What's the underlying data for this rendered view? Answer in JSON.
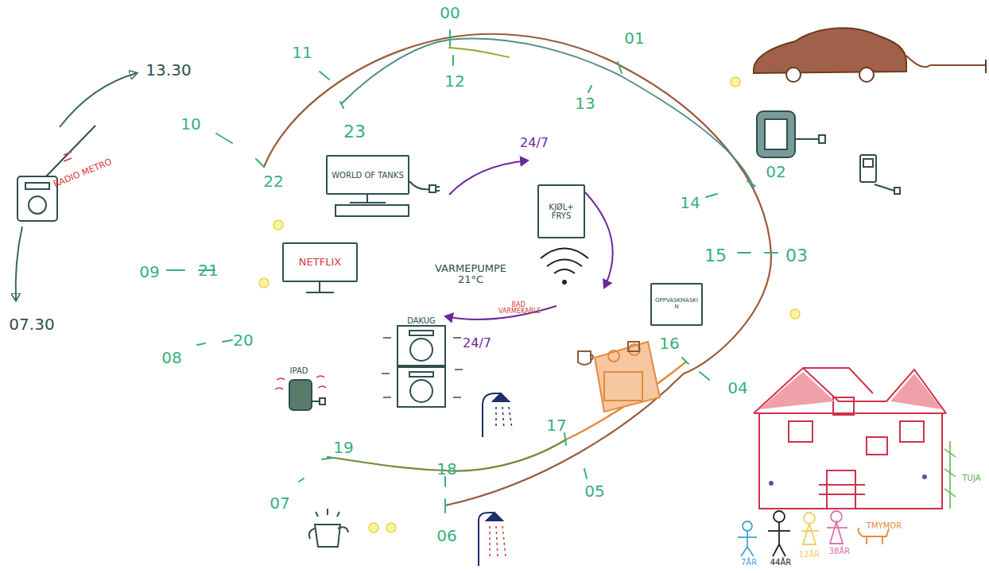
{
  "diagram": {
    "nodes": [
      {
        "text": [
          "WORLD OF TANKS"
        ]
      },
      {
        "text": [
          "NETFLIX"
        ]
      },
      {
        "text": [
          "KJØL+ FRYS"
        ]
      },
      {
        "text": [
          "OPPVASKMASKIN"
        ]
      }
    ],
    "labels": [
      "00",
      "01",
      "02",
      "03",
      "04",
      "05",
      "06",
      "07",
      "08",
      "09",
      "10",
      "11",
      "12",
      "13",
      "14",
      "15",
      "16",
      "17",
      "18",
      "19",
      "20",
      "21",
      "22",
      "23",
      "13.30",
      "07.30",
      "RADIO METRO",
      "24/7",
      "24/7",
      "VARMEPUMPE 21°C",
      "BAD VARMEKABLE",
      "IPAD",
      "DAKUG",
      "7ÅR",
      "44ÅR",
      "12ÅR",
      "38ÅR",
      "TMYMOR",
      "TUJA"
    ]
  }
}
